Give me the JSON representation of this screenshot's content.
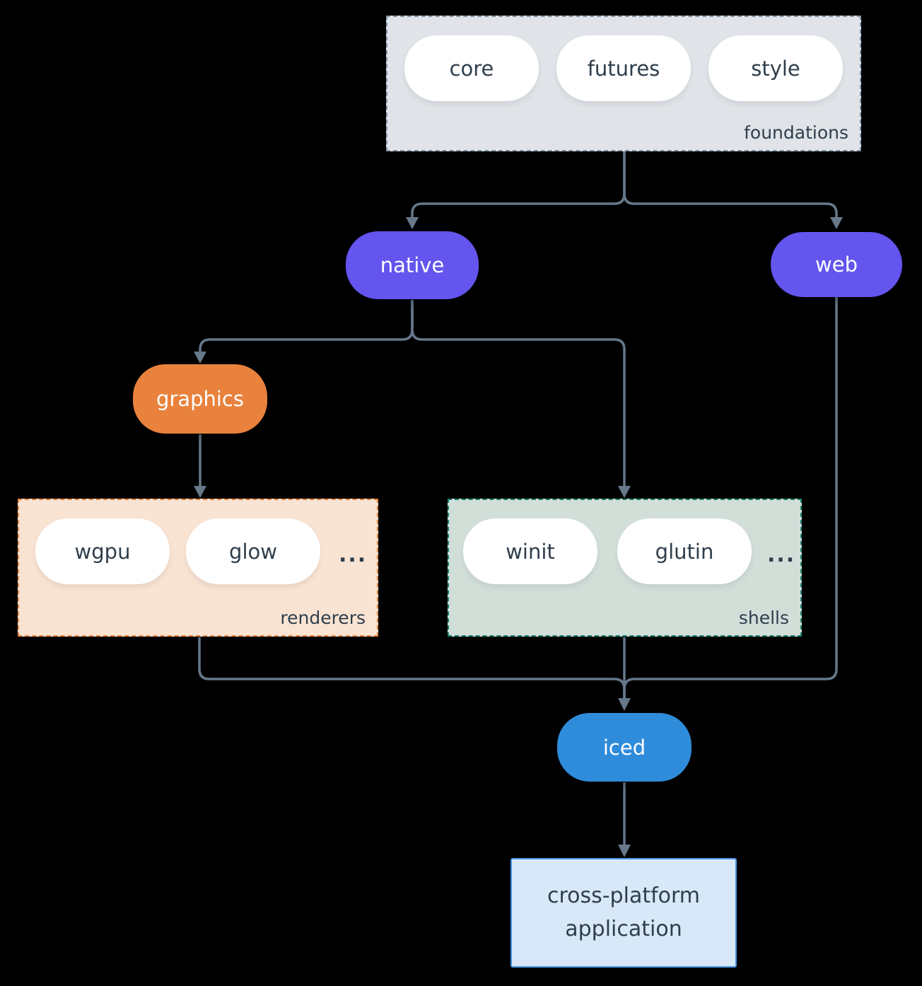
{
  "background": "#000000",
  "edge_color": "#66788a",
  "groups": {
    "foundations": {
      "label": "foundations",
      "items": [
        "core",
        "futures",
        "style"
      ],
      "fill": "#e0e4e8",
      "border": "#8093a6"
    },
    "renderers": {
      "label": "renderers",
      "items": [
        "wgpu",
        "glow"
      ],
      "ellipsis": "...",
      "fill": "#f9e3d3",
      "border": "#e8873e"
    },
    "shells": {
      "label": "shells",
      "items": [
        "winit",
        "glutin"
      ],
      "ellipsis": "...",
      "fill": "#d2dfd9",
      "border": "#1a8170"
    }
  },
  "nodes": {
    "native": {
      "label": "native",
      "fill": "#6355ee"
    },
    "web": {
      "label": "web",
      "fill": "#6355ee"
    },
    "graphics": {
      "label": "graphics",
      "fill": "#e8823c"
    },
    "iced": {
      "label": "iced",
      "fill": "#2f8cdb"
    },
    "application": {
      "label": "cross-platform application",
      "fill": "#d8e8f8",
      "border": "#4792e0"
    }
  }
}
